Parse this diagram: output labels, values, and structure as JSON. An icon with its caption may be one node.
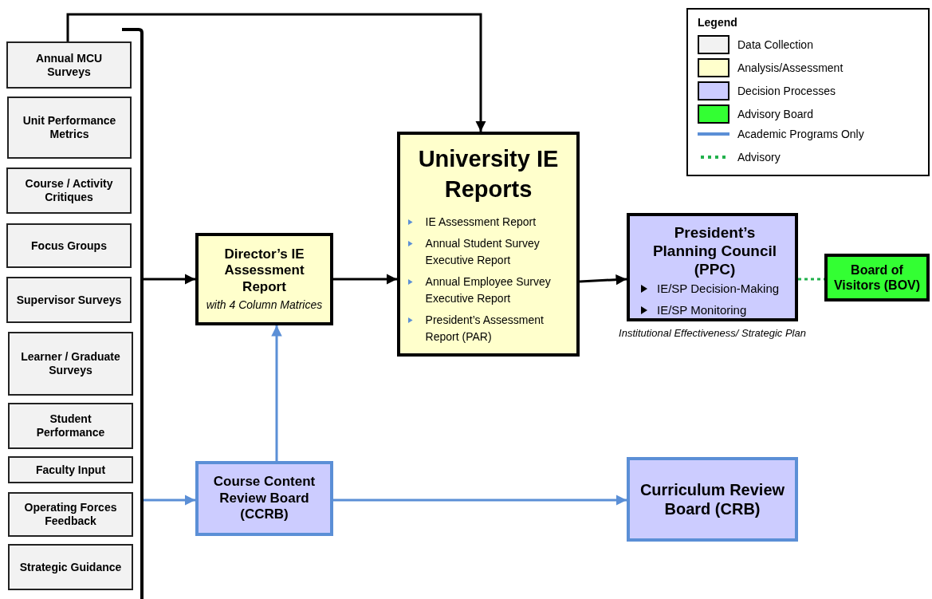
{
  "diagram": {
    "nodes": [
      {
        "text": [
          "Annual MCU Surveys"
        ]
      },
      {
        "text": [
          "Unit Performance Metrics"
        ]
      },
      {
        "text": [
          "Course / Activity Critiques"
        ]
      },
      {
        "text": [
          "Focus Groups"
        ]
      },
      {
        "text": [
          "Supervisor Surveys"
        ]
      },
      {
        "text": [
          "Learner / Graduate Surveys"
        ]
      },
      {
        "text": [
          "Student Performance"
        ]
      },
      {
        "text": [
          "Faculty Input"
        ]
      },
      {
        "text": [
          "Operating Forces Feedback"
        ]
      },
      {
        "text": [
          "Strategic Guidance"
        ]
      },
      {
        "text": [],
        "shape": "bar"
      },
      {
        "text": [
          "Director’s IE Assessment Report",
          "with 4 Column Matrices"
        ]
      },
      {
        "text": [
          "University IE Reports",
          "IE Assessment Report",
          "Annual Student Survey Executive Report",
          "Annual Employee Survey Executive Report",
          "President’s Assessment Report (PAR)"
        ]
      },
      {
        "text": [
          "President’s Planning Council (PPC)",
          "IE/SP Decision-Making",
          "IE/SP Monitoring"
        ],
        "beside": [
          "Institutional Effectiveness/ Strategic Plan"
        ]
      },
      {
        "text": [
          "Board of Visitors (BOV)"
        ]
      },
      {
        "text": [
          "Course Content Review Board (CCRB)"
        ]
      },
      {
        "text": [
          "Curriculum Review Board (CRB)"
        ]
      }
    ],
    "edges": [
      {
        "from": 0,
        "to": 12,
        "arrow": "to"
      },
      {
        "from": 10,
        "to": 11,
        "arrow": "to"
      },
      {
        "from": 10,
        "to": 15,
        "arrow": "to",
        "color": "#5b8fd6"
      },
      {
        "from": 11,
        "to": 12,
        "arrow": "to"
      },
      {
        "from": 12,
        "to": 13,
        "arrow": "to"
      },
      {
        "from": 15,
        "to": 11,
        "arrow": "to",
        "color": "#5b8fd6"
      },
      {
        "from": 15,
        "to": 16,
        "arrow": "to",
        "color": "#5b8fd6"
      },
      {
        "from": 13,
        "to": 14,
        "arrow": "none",
        "style": "dashed",
        "color": "#22b14c"
      }
    ],
    "labels": [
      "Legend"
    ],
    "legend": [
      {
        "text": "Data Collection",
        "color": "#f2f2f2"
      },
      {
        "text": "Analysis/Assessment",
        "color": "#ffffcc"
      },
      {
        "text": "Decision Processes",
        "color": "#ccccff"
      },
      {
        "text": "Advisory Board",
        "color": "#33ff33"
      },
      {
        "text": "Academic Programs Only"
      },
      {
        "text": "Advisory"
      }
    ]
  }
}
